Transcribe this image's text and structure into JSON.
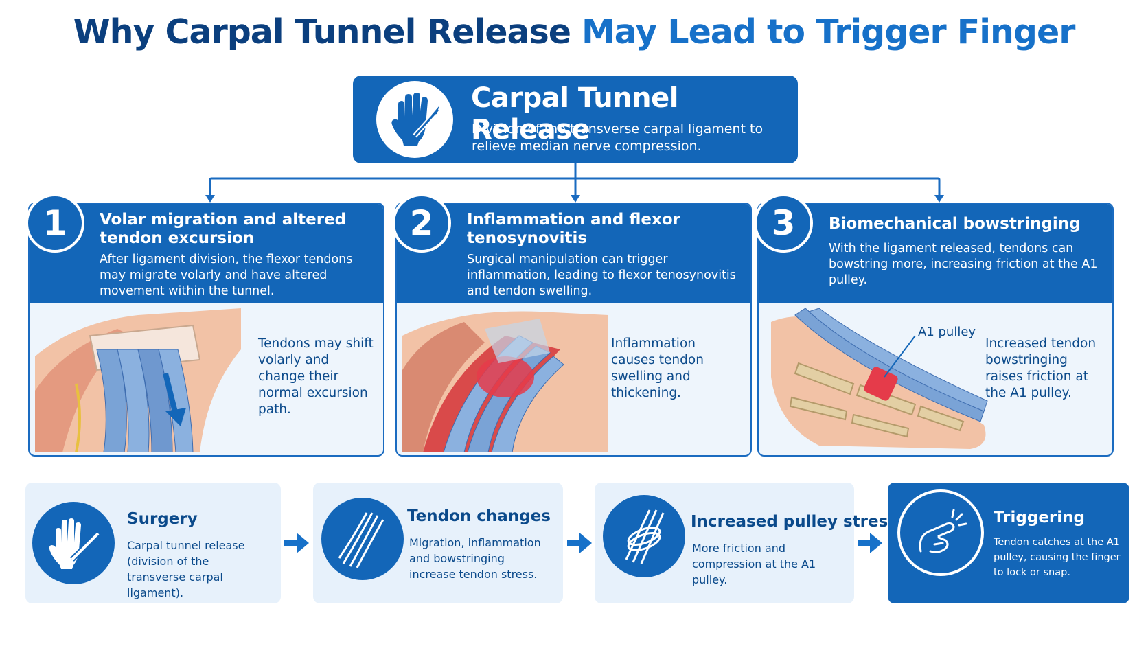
{
  "title": {
    "part1": "Why Carpal Tunnel Release",
    "part2": "May Lead to Trigger Finger"
  },
  "top_box": {
    "title": "Carpal Tunnel Release",
    "description": "Division of the transverse carpal ligament to relieve median nerve compression.",
    "icon": "hand-scalpel-icon"
  },
  "panels": [
    {
      "number": "1",
      "title": "Volar migration and altered tendon excursion",
      "description": "After ligament division, the flexor tendons may migrate volarly and have altered movement within the tunnel.",
      "caption": "Tendons may shift volarly and change their normal excursion path."
    },
    {
      "number": "2",
      "title": "Inflammation and flexor tenosynovitis",
      "description": "Surgical manipulation can trigger inflammation, leading to flexor tenosynovitis and tendon swelling.",
      "caption": "Inflammation causes tendon swelling and thickening."
    },
    {
      "number": "3",
      "title": "Biomechanical bowstringing",
      "description": "With the ligament released, tendons can bowstring more, increasing friction at the A1 pulley.",
      "caption": "Increased tendon bowstringing raises friction at the A1 pulley.",
      "label": "A1 pulley"
    }
  ],
  "steps": [
    {
      "title": "Surgery",
      "description": "Carpal tunnel release (division of the transverse carpal ligament).",
      "icon": "hand-scalpel-icon"
    },
    {
      "title": "Tendon changes",
      "description": "Migration, inflammation and bowstringing increase tendon stress.",
      "icon": "tendon-icon"
    },
    {
      "title": "Increased pulley stress",
      "description": "More friction and compression at the A1 pulley.",
      "icon": "pulley-icon"
    },
    {
      "title": "Triggering",
      "description": "Tendon catches at the A1 pulley, causing the finger to lock or snap.",
      "icon": "trigger-finger-icon"
    }
  ],
  "colors": {
    "primary": "#1366b8",
    "dark_text": "#0b3f7e",
    "accent_text": "#1771c9",
    "light_bg": "#e7f1fb"
  }
}
